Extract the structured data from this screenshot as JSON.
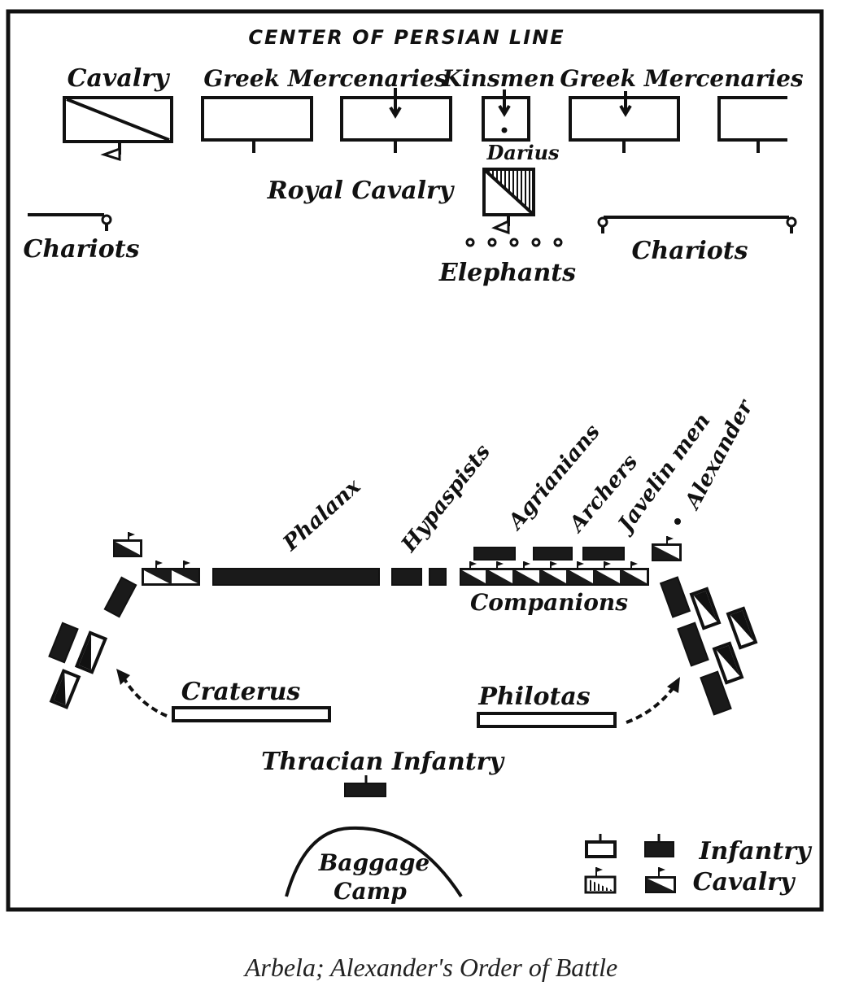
{
  "title": "Arbela; Alexander's Order of Battle",
  "persian": {
    "header": "CENTER OF PERSIAN LINE",
    "units": [
      {
        "label": "Cavalry",
        "kind": "cavalry"
      },
      {
        "label": "Greek Mercenaries",
        "kind": "infantry"
      },
      {
        "label": "Kinsmen",
        "kind": "infantry"
      },
      {
        "label": "Greek Mercenaries",
        "kind": "infantry"
      }
    ],
    "darius": "Darius",
    "royal_cavalry": "Royal Cavalry",
    "chariots_left": "Chariots",
    "chariots_right": "Chariots",
    "elephants": "Elephants",
    "elephant_count": 5
  },
  "macedonian": {
    "phalanx": "Phalanx",
    "hypaspists": "Hypaspists",
    "agrianians": "Agrianians",
    "archers": "Archers",
    "javelin_men": "Javelin men",
    "alexander": "Alexander",
    "companions": "Companions",
    "companion_squadrons": 7,
    "craterus": "Craterus",
    "philotas": "Philotas",
    "thracian_infantry": "Thracian Infantry",
    "baggage_camp_line1": "Baggage",
    "baggage_camp_line2": "Camp"
  },
  "legend": {
    "infantry": "Infantry",
    "cavalry": "Cavalry"
  }
}
